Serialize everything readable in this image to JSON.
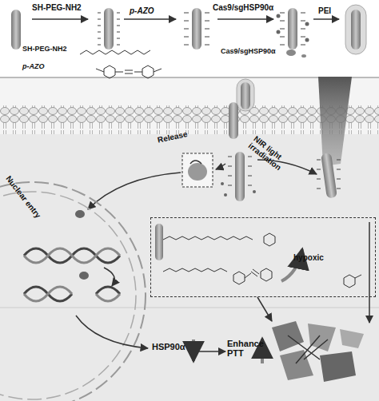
{
  "diagram": {
    "nodes": [
      {
        "text": [
          "hypoxic"
        ]
      }
    ],
    "labels": [
      "SH-PEG-NH2",
      "p-AZO",
      "Cas9/sgHSP90α",
      "PEI",
      "SH-PEG-NH2",
      "p-AZO",
      "Cas9/sgHSP90α",
      "Release",
      "NIR light irradiation",
      "Nuclear entry",
      "HSP90α",
      "Enhance PTT"
    ]
  }
}
